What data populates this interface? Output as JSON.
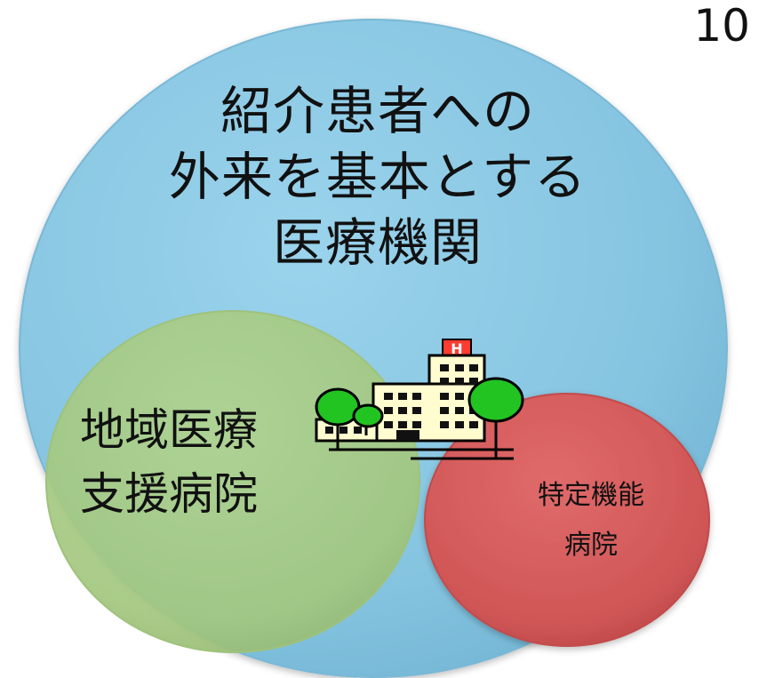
{
  "page_number": "10",
  "outer_circle": {
    "label_lines": [
      "紹介患者への",
      "外来を基本とする",
      "医療機関"
    ],
    "color": "#86c5e2"
  },
  "green_circle": {
    "label_lines": [
      "地域医療",
      "支援病院"
    ],
    "color": "#a6c982"
  },
  "red_circle": {
    "label_lines": [
      "特定機能",
      "病院"
    ],
    "color": "#d45a5a"
  },
  "hospital_icon": {
    "icon": "hospital-icon",
    "sign": "H"
  }
}
